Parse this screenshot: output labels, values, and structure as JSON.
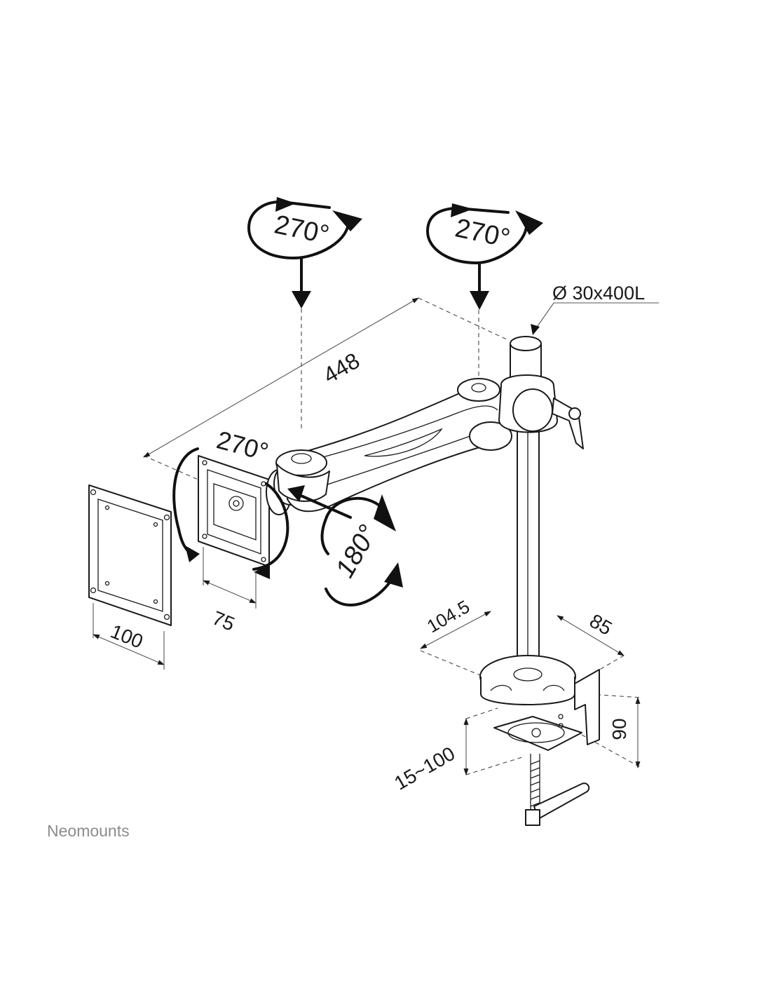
{
  "labels": {
    "rot_top_left": "270°",
    "rot_top_right": "270°",
    "rot_side": "270°",
    "rot_tilt": "180°",
    "arm_length": "448",
    "pole": "Ø 30x400L",
    "vesa_100": "100",
    "vesa_75": "75",
    "clamp_104": "104.5",
    "clamp_85": "85",
    "clamp_90": "90",
    "clamp_range": "15~100"
  },
  "brand": "Neomounts",
  "colors": {
    "line": "#1a1a1a",
    "brand": "#8c8c8c"
  }
}
